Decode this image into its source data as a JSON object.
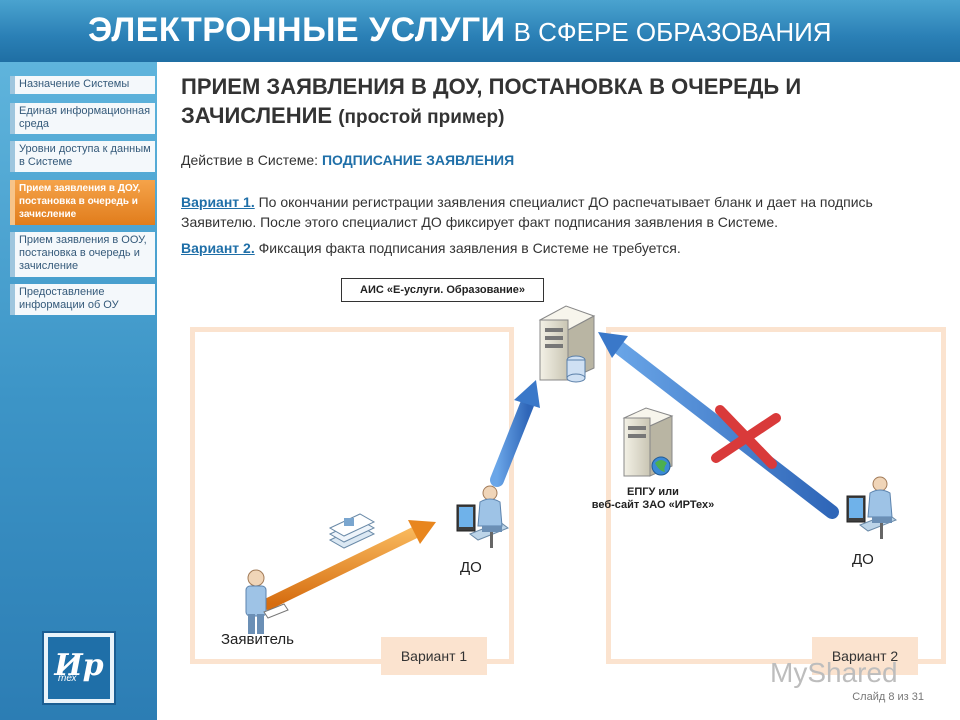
{
  "header": {
    "title_bold": "ЭЛЕКТРОННЫЕ УСЛУГИ",
    "title_rest": "В СФЕРЕ ОБРАЗОВАНИЯ"
  },
  "sidebar": {
    "items": [
      {
        "label": "Назначение Системы"
      },
      {
        "label": "Единая информационная среда"
      },
      {
        "label": "Уровни доступа к данным в Системе"
      },
      {
        "label": "Прием заявления в ДОУ, постановка в очередь и зачисление",
        "active": true
      },
      {
        "label": "Прием заявления в ООУ, постановка в очередь и зачисление"
      },
      {
        "label": "Предоставление информации об ОУ"
      }
    ],
    "logo_text": "Ир",
    "logo_sub": "тех"
  },
  "main": {
    "heading_line1": "ПРИЕМ ЗАЯВЛЕНИЯ В ДОУ, ПОСТАНОВКА В ОЧЕРЕДЬ И",
    "heading_line2": "ЗАЧИСЛЕНИЕ",
    "heading_note": "(простой пример)",
    "action_prefix": "Действие в Системе:",
    "action_value": "ПОДПИСАНИЕ ЗАЯВЛЕНИЯ",
    "variant1_link": "Вариант 1.",
    "variant1_text": "По окончании регистрации заявления специалист ДО распечатывает бланк и дает на подпись Заявителю. После этого специалист ДО фиксирует факт подписания заявления в Системе.",
    "variant2_link": "Вариант 2.",
    "variant2_text": "Фиксация факта подписания заявления в  Системе не требуется."
  },
  "diagram": {
    "ais_label": "АИС «Е-услуги. Образование»",
    "epgu_line1": "ЕПГУ или",
    "epgu_line2": "веб-сайт ЗАО «ИРТех»",
    "do_left": "ДО",
    "do_right": "ДО",
    "applicant": "Заявитель",
    "variant1_badge": "Вариант 1",
    "variant2_badge": "Вариант 2"
  },
  "footer": {
    "slide": "Слайд  8 из 31",
    "watermark": "MyShared"
  },
  "colors": {
    "header": "#2a7fb5",
    "accent_orange": "#e8861e",
    "arrow_blue": "#3a78c9",
    "cross_red": "#d93a3a"
  }
}
